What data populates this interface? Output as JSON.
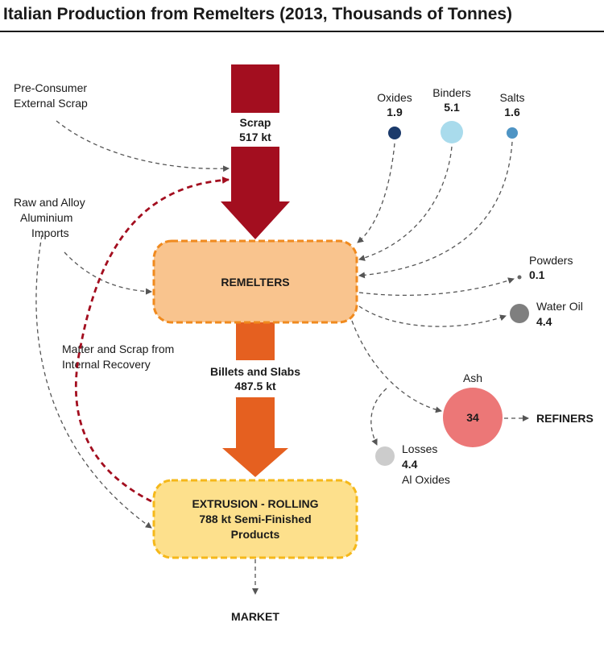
{
  "title": "Italian Production from Remelters (2013, Thousands of Tonnes)",
  "colors": {
    "scrap_arrow": "#a30e1f",
    "billets_arrow": "#e56020",
    "remelters_box": "#f9c48e",
    "remelters_border": "#f08a1e",
    "extrusion_box": "#fde08c",
    "extrusion_border": "#f5b81a",
    "recovery_line": "#a30e1f",
    "ash": "#ec7777",
    "oxides": "#1b3a6b",
    "binders": "#a9dbec",
    "salts": "#4e94c4",
    "water_oil": "#7f7f7f",
    "losses": "#cccccc",
    "powders": "#666666"
  },
  "sources": {
    "pre_consumer_line1": "Pre-Consumer",
    "pre_consumer_line2": "External Scrap",
    "imports_line1": "Raw and Alloy",
    "imports_line2": "Aluminium",
    "imports_line3": "Imports",
    "recovery_line1": "Matter and Scrap from",
    "recovery_line2": "Internal Recovery"
  },
  "scrap": {
    "label": "Scrap",
    "value": "517 kt"
  },
  "remelters": {
    "label": "REMELTERS"
  },
  "billets": {
    "label": "Billets and Slabs",
    "value": "487.5 kt"
  },
  "extrusion": {
    "line1": "EXTRUSION - ROLLING",
    "line2": "788 kt Semi-Finished",
    "line3": "Products"
  },
  "market": "MARKET",
  "inputs": [
    {
      "name": "Oxides",
      "value": "1.9",
      "amount": 1.9
    },
    {
      "name": "Binders",
      "value": "5.1",
      "amount": 5.1
    },
    {
      "name": "Salts",
      "value": "1.6",
      "amount": 1.6
    }
  ],
  "outputs": {
    "powders": {
      "name": "Powders",
      "value": "0.1",
      "amount": 0.1
    },
    "water_oil": {
      "name": "Water Oil",
      "value": "4.4",
      "amount": 4.4
    },
    "ash": {
      "name": "Ash",
      "value": "34",
      "amount": 34
    },
    "losses": {
      "name": "Losses",
      "value": "4.4",
      "amount": 4.4,
      "note": "Al Oxides"
    }
  },
  "refiners": "REFINERS"
}
